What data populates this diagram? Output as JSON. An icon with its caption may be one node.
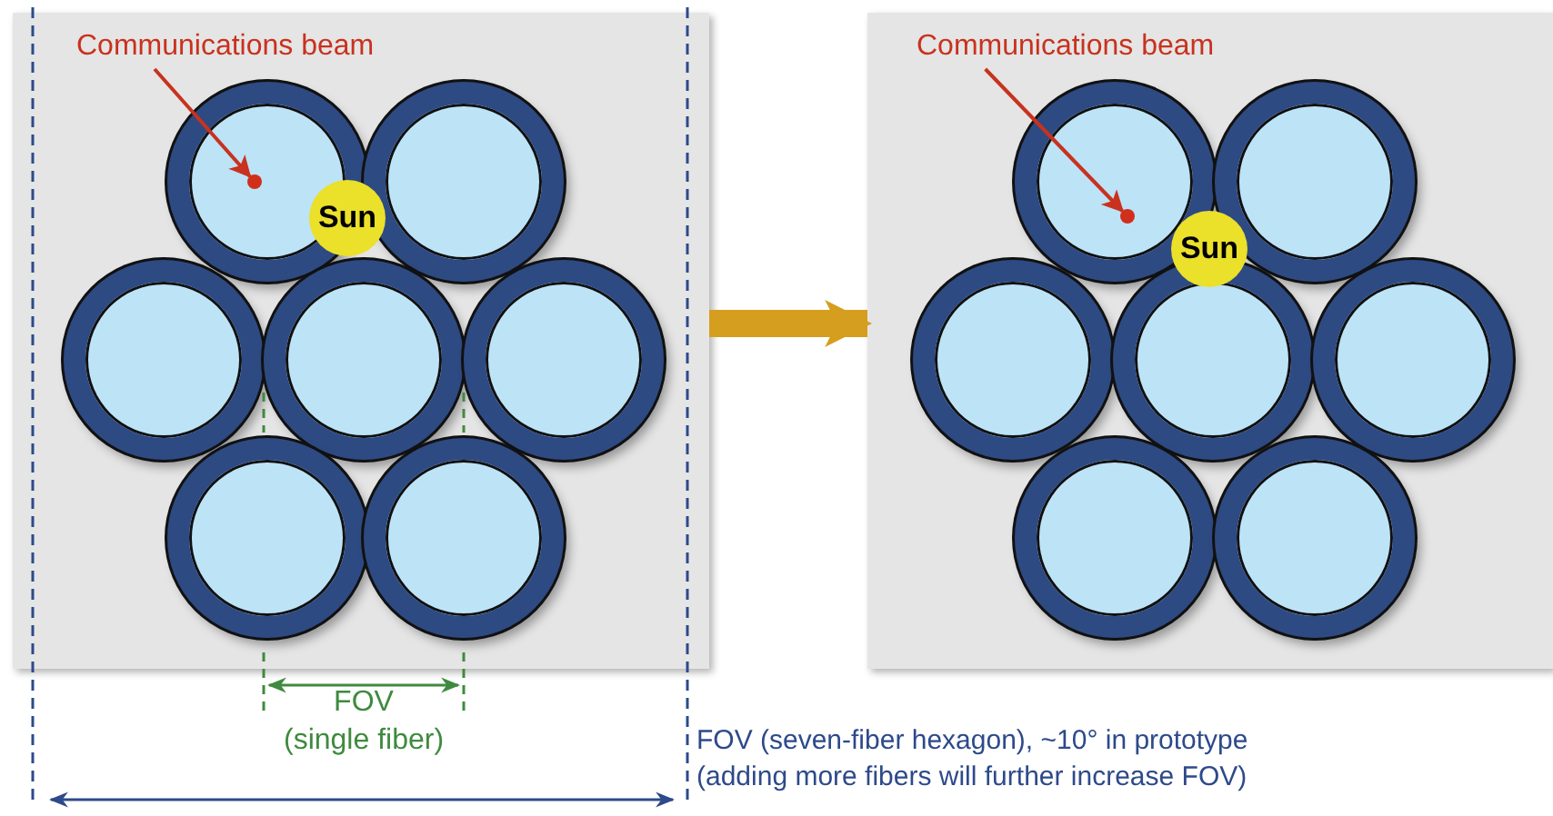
{
  "diagram": {
    "nodes": [
      {
        "text": [],
        "shape": "box"
      },
      {
        "text": [],
        "shape": "circle",
        "in": 0
      },
      {
        "text": [],
        "shape": "circle",
        "in": 0
      },
      {
        "text": [],
        "shape": "circle",
        "in": 0
      },
      {
        "text": [],
        "shape": "circle",
        "in": 0
      },
      {
        "text": [],
        "shape": "circle",
        "in": 0
      },
      {
        "text": [],
        "shape": "circle",
        "in": 0
      },
      {
        "text": [],
        "shape": "circle",
        "in": 0
      },
      {
        "text": [
          "Communications beam"
        ],
        "in": 0
      },
      {
        "text": [],
        "shape": "circle",
        "in": 1
      },
      {
        "text": [
          "Sun"
        ],
        "in": 0
      },
      {
        "text": [],
        "shape": "box"
      },
      {
        "text": [],
        "shape": "circle",
        "in": 11
      },
      {
        "text": [],
        "shape": "circle",
        "in": 11
      },
      {
        "text": [],
        "shape": "circle",
        "in": 11
      },
      {
        "text": [],
        "shape": "circle",
        "in": 11
      },
      {
        "text": [],
        "shape": "circle",
        "in": 11
      },
      {
        "text": [],
        "shape": "circle",
        "in": 11
      },
      {
        "text": [],
        "shape": "circle",
        "in": 11
      },
      {
        "text": [
          "Communications beam"
        ],
        "in": 11
      },
      {
        "text": [],
        "shape": "circle",
        "in": 12
      },
      {
        "text": [
          "Sun"
        ],
        "in": 11
      }
    ],
    "edges": [
      {
        "from": 8,
        "to": 9,
        "arrow": "to"
      },
      {
        "from": 0,
        "to": 11,
        "arrow": "to",
        "style": "thick",
        "color": "#d69e1e"
      },
      {
        "from": 19,
        "to": 20,
        "arrow": "to"
      }
    ],
    "labels": [
      "FOV",
      "(single fiber)",
      "FOV (seven-fiber hexagon), ~10° in prototype",
      "(adding more fibers will further increase FOV)"
    ]
  }
}
